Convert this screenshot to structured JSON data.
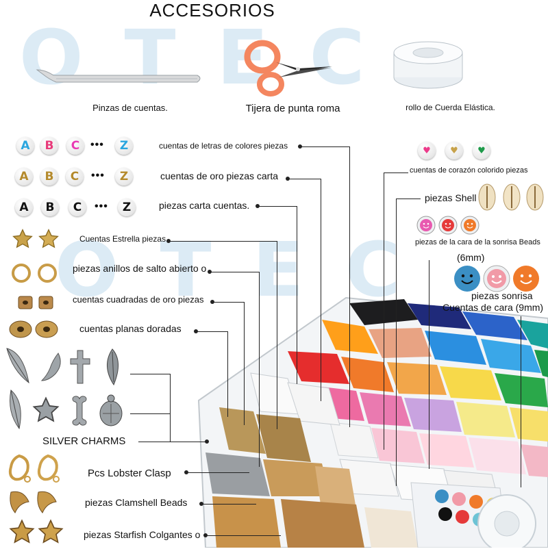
{
  "header": {
    "title": "ACCESORIOS"
  },
  "watermark": {
    "text": "OTEC"
  },
  "accessories": [
    {
      "name": "tweezers",
      "label": "Pinzas de cuentas."
    },
    {
      "name": "scissors",
      "label": "Tijera de punta roma"
    },
    {
      "name": "elastic-cord",
      "label": "rollo de Cuerda Elástica."
    }
  ],
  "left_items": [
    {
      "label": "cuentas de letras de colores piezas"
    },
    {
      "label": "cuentas de oro piezas carta"
    },
    {
      "label": "piezas carta cuentas."
    },
    {
      "label": "Cuentas Estrella piezas"
    },
    {
      "label": "piezas anillos de salto abierto o"
    },
    {
      "label": "cuentas cuadradas de oro piezas"
    },
    {
      "label": "cuentas planas doradas"
    },
    {
      "label": "SILVER CHARMS"
    },
    {
      "label": "Pcs Lobster Clasp"
    },
    {
      "label": "piezas Clamshell Beads"
    },
    {
      "label": "piezas Starfish Colgantes o"
    }
  ],
  "letter_rows": [
    {
      "first": "A",
      "second": "B",
      "third": "C",
      "ellipsis": "•••",
      "last": "Z"
    }
  ],
  "right_items": [
    {
      "label": "cuentas de corazón colorido piezas"
    },
    {
      "label": "piezas Shell"
    },
    {
      "label": "piezas de la cara de la sonrisa Beads"
    },
    {
      "label": "(6mm)"
    },
    {
      "label": "piezas sonrisa"
    },
    {
      "label": "Cuentas de cara (9mm)"
    }
  ],
  "colors": {
    "watermark": "#dcebf5",
    "scissors": "#f4865f",
    "smiley_blue": "#3b8fc4",
    "smiley_pink": "#f19aa7",
    "smiley_orange": "#f07a2a"
  }
}
